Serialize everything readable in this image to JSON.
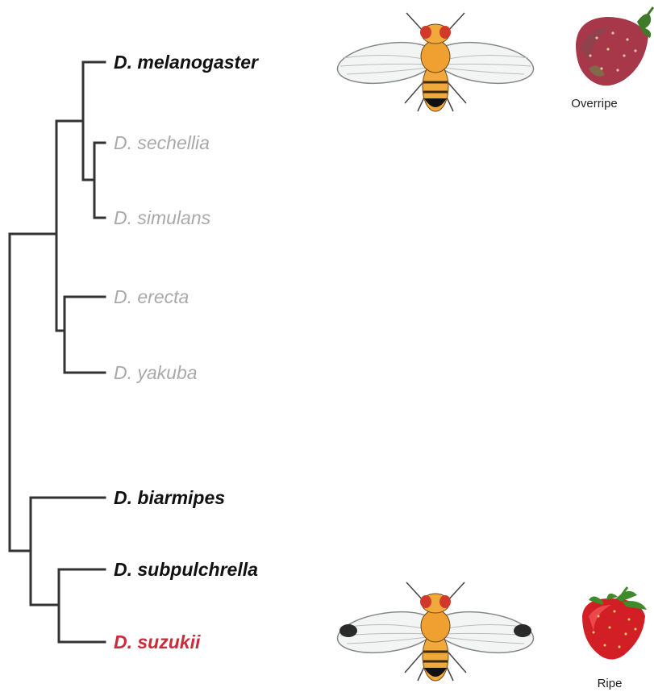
{
  "taxa": [
    {
      "name": "D. melanogaster",
      "color": "#111111",
      "bold": true
    },
    {
      "name": "D. sechellia",
      "color": "#a9a9a9",
      "bold": false
    },
    {
      "name": "D. simulans",
      "color": "#a9a9a9",
      "bold": false
    },
    {
      "name": "D. erecta",
      "color": "#a9a9a9",
      "bold": false
    },
    {
      "name": "D. yakuba",
      "color": "#a9a9a9",
      "bold": false
    },
    {
      "name": "D. biarmipes",
      "color": "#111111",
      "bold": true
    },
    {
      "name": "D. subpulchrella",
      "color": "#111111",
      "bold": true
    },
    {
      "name": "D. suzukii",
      "color": "#cc2b3b",
      "bold": true
    }
  ],
  "fruits": {
    "overripe_label": "Overripe",
    "ripe_label": "Ripe"
  },
  "colors": {
    "tree_line": "#333333",
    "fly_body": "#f2a93b",
    "strawberry_ripe": "#d21f26",
    "strawberry_overripe": "#a6384a"
  }
}
